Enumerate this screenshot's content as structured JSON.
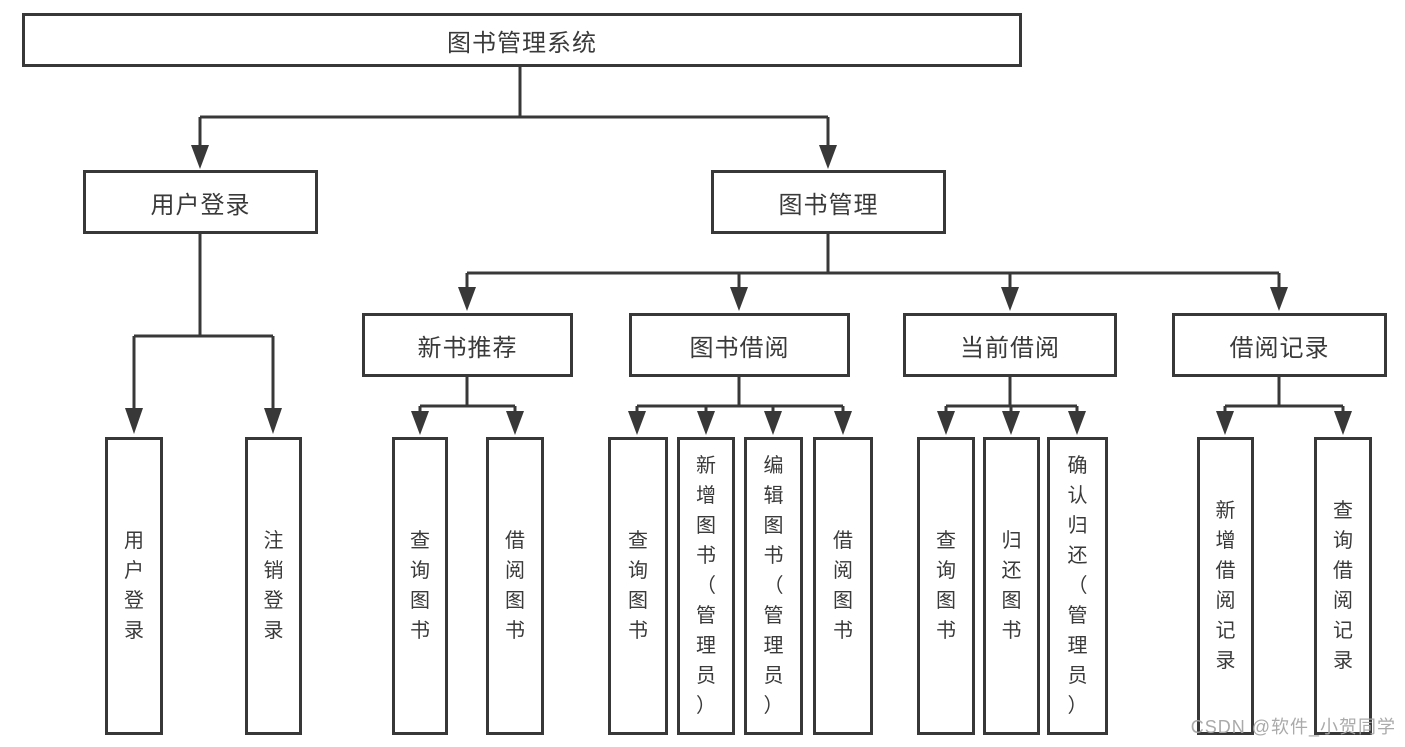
{
  "diagram": {
    "title": "图书管理系统",
    "level2": [
      {
        "label": "用户登录"
      },
      {
        "label": "图书管理"
      }
    ],
    "level3": [
      {
        "label": "新书推荐"
      },
      {
        "label": "图书借阅"
      },
      {
        "label": "当前借阅"
      },
      {
        "label": "借阅记录"
      }
    ],
    "leaves": [
      {
        "label": "用户登录"
      },
      {
        "label": "注销登录"
      },
      {
        "label": "查询图书"
      },
      {
        "label": "借阅图书"
      },
      {
        "label": "查询图书"
      },
      {
        "label": "新增图书（管理员）"
      },
      {
        "label": "编辑图书（管理员）"
      },
      {
        "label": "借阅图书"
      },
      {
        "label": "查询图书"
      },
      {
        "label": "归还图书"
      },
      {
        "label": "确认归还（管理员）"
      },
      {
        "label": "新增借阅记录"
      },
      {
        "label": "查询借阅记录"
      }
    ]
  },
  "watermark": {
    "text": "CSDN @软件_小贺同学"
  },
  "colors": {
    "line": "#383838",
    "box_border": "#383838",
    "text": "#3a3a3a",
    "watermark": "#a6a6a6",
    "background": "#ffffff"
  }
}
